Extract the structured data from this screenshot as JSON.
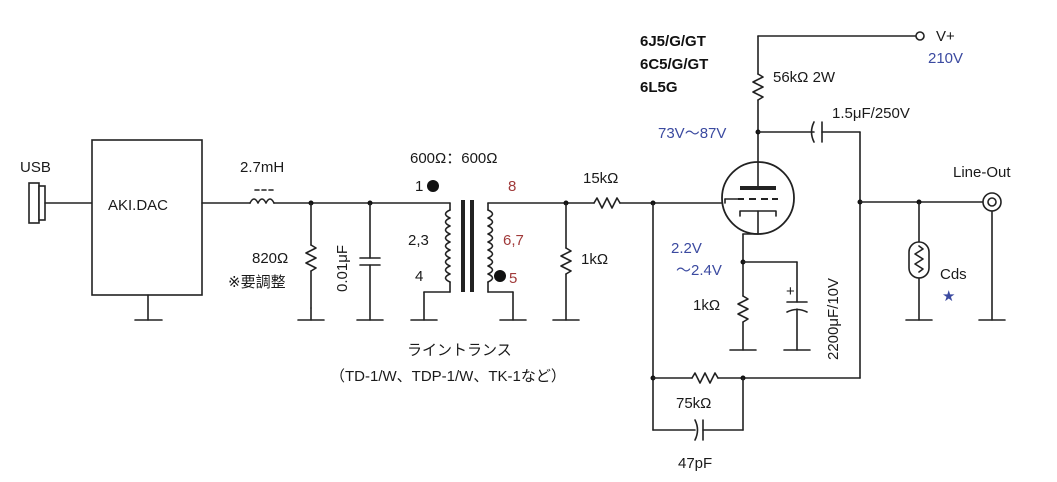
{
  "labels": {
    "usb": "USB",
    "dac": "AKI.DAC",
    "inductor": "2.7mH",
    "r820": "820Ω",
    "adjust_note": "※要調整",
    "c001": "0.01μF",
    "trans_ratio": "600Ω：600Ω",
    "pin1": "1",
    "pin23": "2,3",
    "pin4": "4",
    "pin8": "8",
    "pin67": "6,7",
    "pin5": "5",
    "trans_name": "ライントランス",
    "trans_models": "（TD-1/W、TDP-1/W、TK-1など）",
    "r15k": "15kΩ",
    "r1k_a": "1kΩ",
    "tube1": "6J5/G/GT",
    "tube2": "6C5/G/GT",
    "tube3": "6L5G",
    "vplus": "V+",
    "vplus_val": "210V",
    "r56k": "56kΩ 2W",
    "cout": "1.5μF/250V",
    "plate_v": "73V〜87V",
    "cath_v1": "2.2V",
    "cath_v2": "〜2.4V",
    "r1k_b": "1kΩ",
    "ccath": "2200μF/10V",
    "plus": "+",
    "r75k": "75kΩ",
    "c47p": "47pF",
    "lineout": "Line-Out",
    "cds": "Cds",
    "star": "★"
  },
  "colors": {
    "voltage": "#3b4aa0",
    "pin_numbers": "#a03a3a",
    "wire": "#222222"
  }
}
